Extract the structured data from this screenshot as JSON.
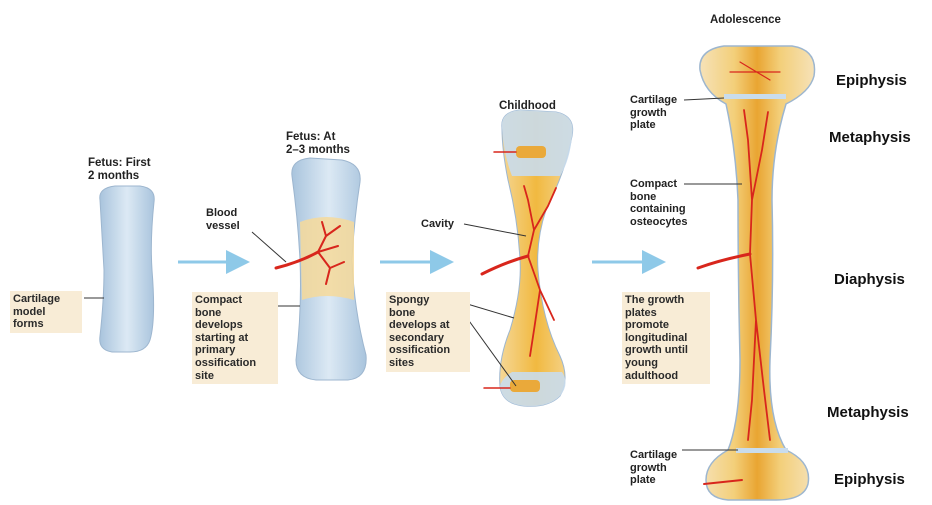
{
  "stages": {
    "fetus1": {
      "title_bold": "Fetus:",
      "title_rest": " First\n2 months"
    },
    "fetus2": {
      "title_bold": "Fetus:",
      "title_rest": " At\n2–3 months"
    },
    "childhood": {
      "title": "Childhood"
    },
    "adolescence": {
      "title": "Adolescence"
    }
  },
  "labels": {
    "cartilage_model": "Cartilage\nmodel\nforms",
    "blood_vessel": "Blood\nvessel",
    "compact_bone_primary": "Compact\nbone\ndevelops\nstarting at\nprimary\nossification\nsite",
    "cavity": "Cavity",
    "spongy_bone": "Spongy\nbone\ndevelops at\nsecondary\nossification\nsites",
    "cartilage_growth_plate_top": "Cartilage\ngrowth\nplate",
    "compact_bone_osteocytes": "Compact\nbone\ncontaining\nosteocytes",
    "growth_plates_note": "The growth\nplates\npromote\nlongitudinal\ngrowth until\nyoung\nadulthood",
    "cartilage_growth_plate_bottom": "Cartilage\ngrowth\nplate"
  },
  "regions": {
    "epiphysis_top": "Epiphysis",
    "metaphysis_top": "Metaphysis",
    "diaphysis": "Diaphysis",
    "metaphysis_bottom": "Metaphysis",
    "epiphysis_bottom": "Epiphysis"
  },
  "colors": {
    "cartilage": "#c9dcec",
    "bone": "#f2c35a",
    "vessel": "#d8261c",
    "arrow": "#8ec9e8",
    "label_box": "#f8ecd6"
  }
}
